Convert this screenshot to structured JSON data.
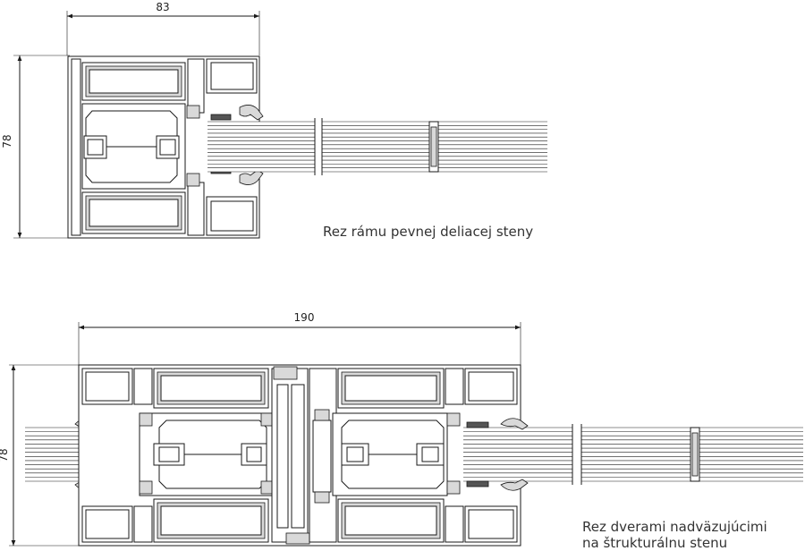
{
  "section_top": {
    "width_dim": "83",
    "height_dim": "78",
    "caption": "Rez rámu pevnej deliacej steny"
  },
  "section_bottom": {
    "width_dim": "190",
    "height_dim": "78",
    "caption_line1": "Rez dverami nadväzujúcimi",
    "caption_line2": "na štrukturálnu stenu"
  }
}
